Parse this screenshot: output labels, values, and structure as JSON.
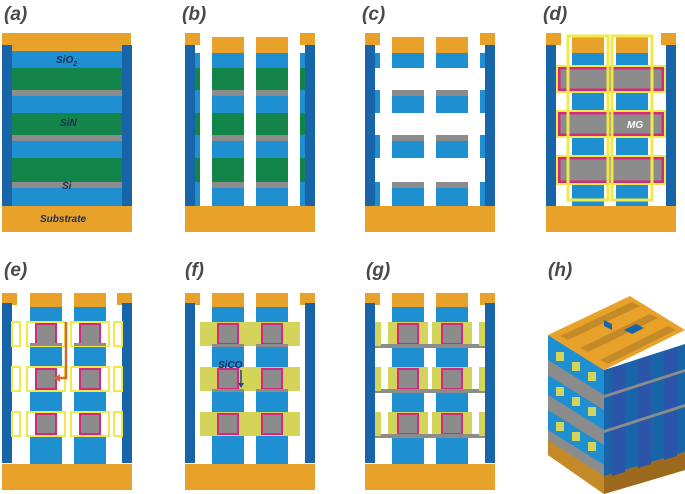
{
  "panels": [
    {
      "id": "a",
      "label": "(a)"
    },
    {
      "id": "b",
      "label": "(b)"
    },
    {
      "id": "c",
      "label": "(c)"
    },
    {
      "id": "d",
      "label": "(d)"
    },
    {
      "id": "e",
      "label": "(e)"
    },
    {
      "id": "f",
      "label": "(f)"
    },
    {
      "id": "g",
      "label": "(g)"
    },
    {
      "id": "h",
      "label": "(h)"
    }
  ],
  "materials": {
    "sio2": "SiO",
    "sio2_sub": "2",
    "sin": "SiN",
    "si": "Si",
    "substrate": "Substrate",
    "mg": "MG",
    "sico": "SiCO"
  },
  "colors": {
    "orange": "#e8a22a",
    "blue": "#1e8fd0",
    "dark_blue": "#1765a8",
    "green": "#14854a",
    "gray": "#8c8c8c",
    "magenta": "#d6287c",
    "yellow": "#f1e84a",
    "olive": "#d4d35a",
    "arrow": "#d46a2a"
  }
}
